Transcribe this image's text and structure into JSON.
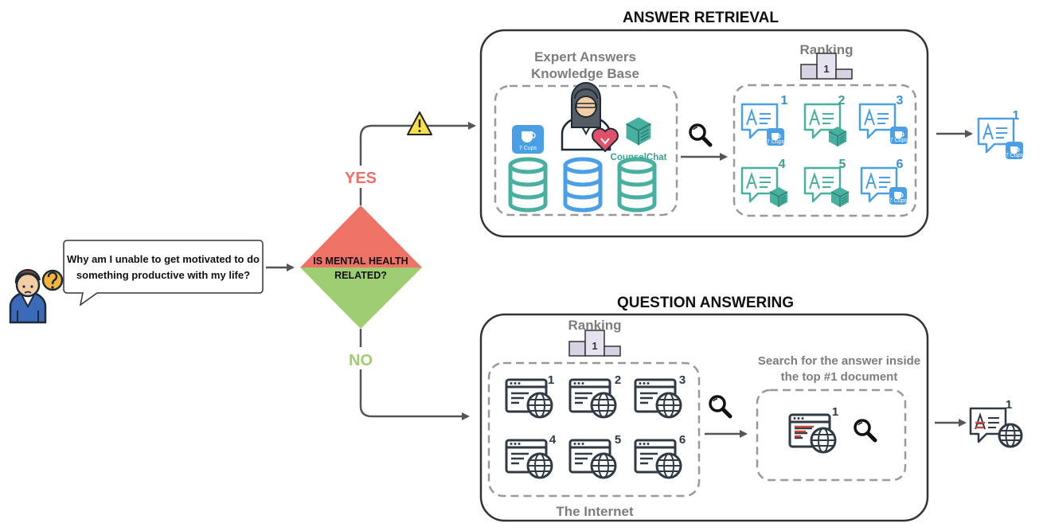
{
  "question": {
    "line1": "Why am I unable to get motivated to do",
    "line2": "something productive with my life?"
  },
  "decision": {
    "line1": "IS MENTAL HEALTH",
    "line2": "RELATED?"
  },
  "yes_label": "YES",
  "no_label": "NO",
  "answer_retrieval": {
    "title": "ANSWER RETRIEVAL",
    "kb_line1": "Expert Answers",
    "kb_line2": "Knowledge Base",
    "seven_cups": "7 Cups",
    "counselchat": "CounselChat",
    "ranking": "Ranking",
    "podium": "1",
    "ranks": [
      "1",
      "2",
      "3",
      "4",
      "5",
      "6"
    ],
    "output_rank": "1"
  },
  "question_answering": {
    "title": "QUESTION ANSWERING",
    "ranking": "Ranking",
    "podium": "1",
    "ranks": [
      "1",
      "2",
      "3",
      "4",
      "5",
      "6"
    ],
    "internet": "The Internet",
    "search_line1": "Search for the answer inside",
    "search_line2": "the top #1 document",
    "doc_rank": "1",
    "output_rank": "1"
  },
  "colors": {
    "yes": "#ee7066",
    "no": "#9fcd72",
    "blue": "#4a9fe6",
    "teal": "#48b0a0",
    "dark": "#2f3a44"
  }
}
